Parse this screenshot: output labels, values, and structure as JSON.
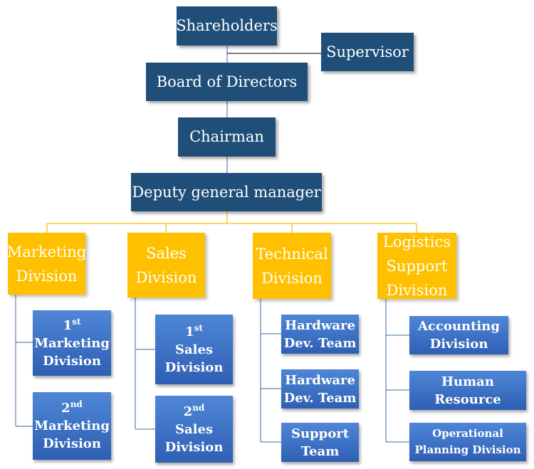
{
  "top": {
    "shareholders": "Shareholders",
    "supervisor": "Supervisor",
    "board": "Board of Directors",
    "chairman": "Chairman",
    "deputy": "Deputy general manager"
  },
  "divisions": {
    "marketing": {
      "line1": "Marketing",
      "line2": "Division"
    },
    "sales": {
      "line1": "Sales",
      "line2": "Division"
    },
    "technical": {
      "line1": "Technical",
      "line2": "Division"
    },
    "logistics": {
      "line1": "Logistics",
      "line2": "Support",
      "line3": "Division"
    }
  },
  "marketing_sub": {
    "first": {
      "num": "1",
      "sup": "st",
      "line2": "Marketing",
      "line3": "Division"
    },
    "second": {
      "num": "2",
      "sup": "nd",
      "line2": "Marketing",
      "line3": "Division"
    }
  },
  "sales_sub": {
    "first": {
      "num": "1",
      "sup": "st",
      "line2": "Sales",
      "line3": "Division"
    },
    "second": {
      "num": "2",
      "sup": "nd",
      "line2": "Sales",
      "line3": "Division"
    }
  },
  "technical_sub": {
    "hardware1": {
      "line1": "Hardware",
      "line2": "Dev. Team"
    },
    "hardware2": {
      "line1": "Hardware",
      "line2": "Dev. Team"
    },
    "support": {
      "line1": "Support",
      "line2": "Team"
    }
  },
  "logistics_sub": {
    "accounting": {
      "line1": "Accounting",
      "line2": "Division"
    },
    "hr": {
      "line1": "Human Resource"
    },
    "operational": {
      "line1": "Operational",
      "line2": "Planning Division"
    }
  },
  "colors": {
    "navy": "#1f4e79",
    "gold": "#ffc000",
    "blue": "#3a6fc4"
  }
}
